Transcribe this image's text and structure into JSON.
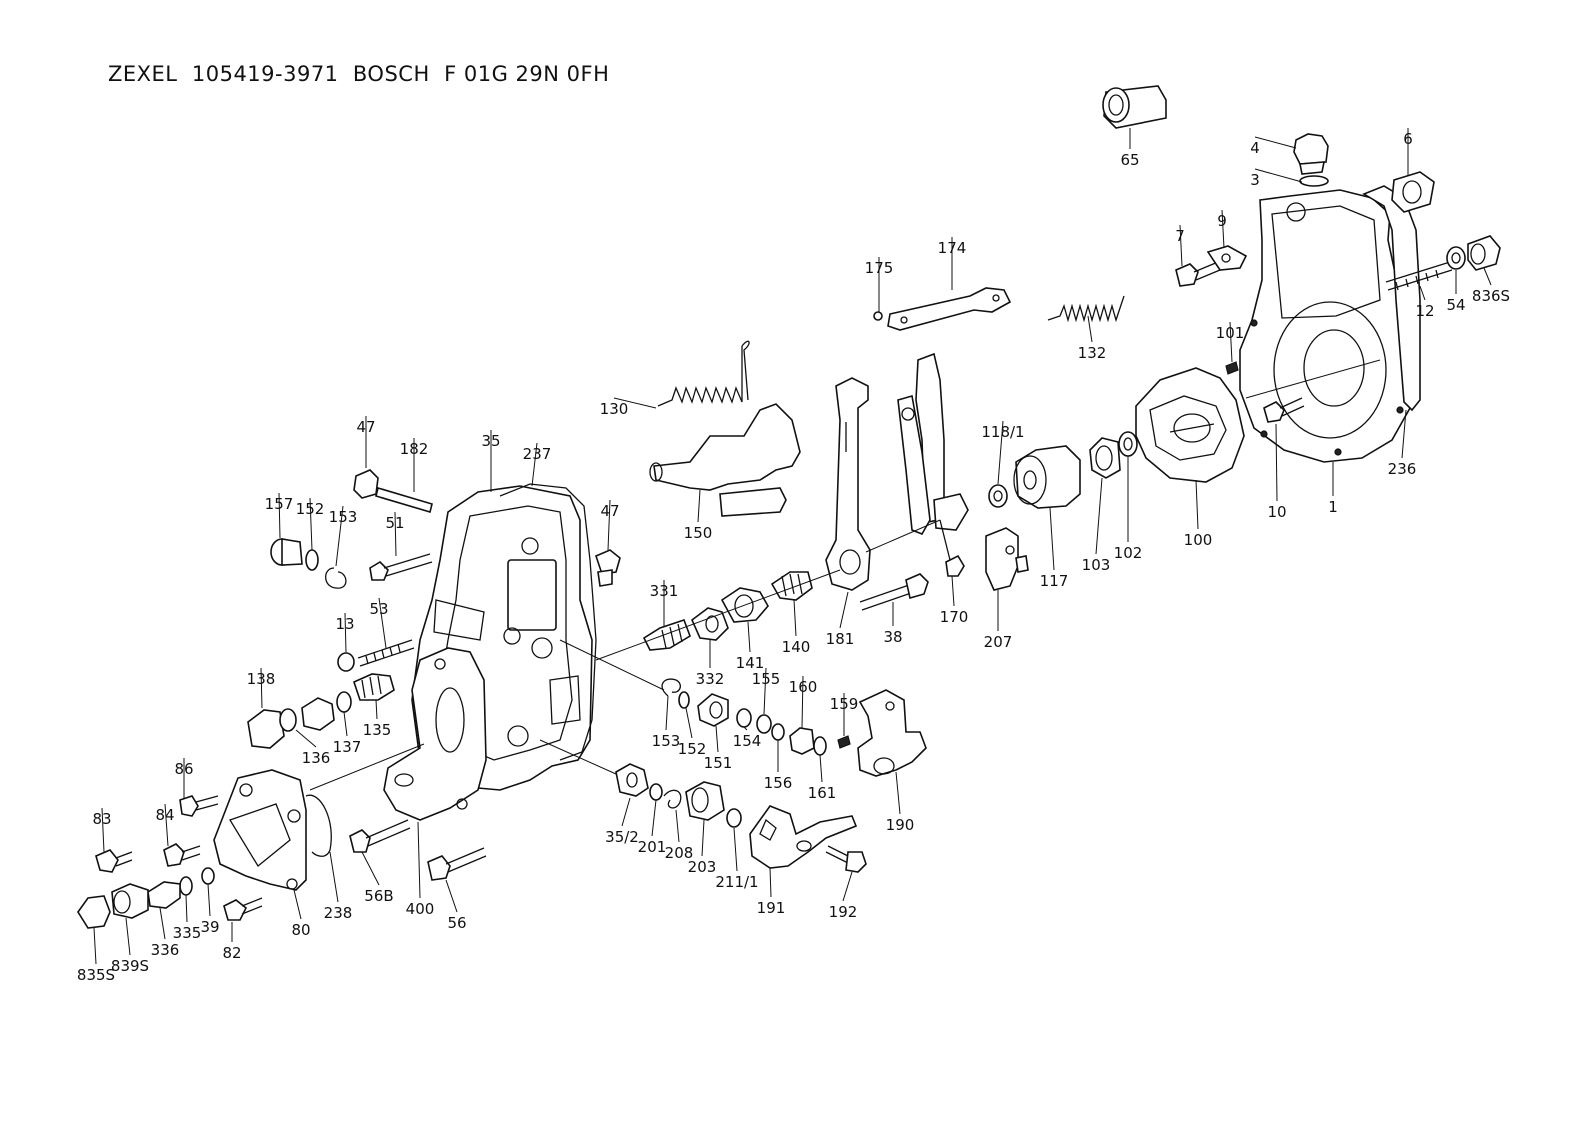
{
  "header": {
    "title": "ZEXEL  105419-3971  BOSCH  F 01G 29N 0FH"
  },
  "callouts": [
    {
      "id": "65",
      "text": "65"
    },
    {
      "id": "4",
      "text": "4"
    },
    {
      "id": "3",
      "text": "3"
    },
    {
      "id": "6",
      "text": "6"
    },
    {
      "id": "7",
      "text": "7"
    },
    {
      "id": "9",
      "text": "9"
    },
    {
      "id": "12",
      "text": "12"
    },
    {
      "id": "54",
      "text": "54"
    },
    {
      "id": "836s",
      "text": "836S"
    },
    {
      "id": "174",
      "text": "174"
    },
    {
      "id": "175",
      "text": "175"
    },
    {
      "id": "132",
      "text": "132"
    },
    {
      "id": "101",
      "text": "101"
    },
    {
      "id": "130",
      "text": "130"
    },
    {
      "id": "118-1",
      "text": "118/1"
    },
    {
      "id": "10",
      "text": "10"
    },
    {
      "id": "1",
      "text": "1"
    },
    {
      "id": "236",
      "text": "236"
    },
    {
      "id": "100",
      "text": "100"
    },
    {
      "id": "102",
      "text": "102"
    },
    {
      "id": "103",
      "text": "103"
    },
    {
      "id": "117",
      "text": "117"
    },
    {
      "id": "150",
      "text": "150"
    },
    {
      "id": "47a",
      "text": "47"
    },
    {
      "id": "182",
      "text": "182"
    },
    {
      "id": "35",
      "text": "35"
    },
    {
      "id": "237",
      "text": "237"
    },
    {
      "id": "47b",
      "text": "47"
    },
    {
      "id": "157",
      "text": "157"
    },
    {
      "id": "152a",
      "text": "152"
    },
    {
      "id": "153a",
      "text": "153"
    },
    {
      "id": "51",
      "text": "51"
    },
    {
      "id": "13",
      "text": "13"
    },
    {
      "id": "53",
      "text": "53"
    },
    {
      "id": "331",
      "text": "331"
    },
    {
      "id": "170",
      "text": "170"
    },
    {
      "id": "207",
      "text": "207"
    },
    {
      "id": "181",
      "text": "181"
    },
    {
      "id": "38",
      "text": "38"
    },
    {
      "id": "140",
      "text": "140"
    },
    {
      "id": "141",
      "text": "141"
    },
    {
      "id": "332",
      "text": "332"
    },
    {
      "id": "138",
      "text": "138"
    },
    {
      "id": "136",
      "text": "136"
    },
    {
      "id": "137",
      "text": "137"
    },
    {
      "id": "135",
      "text": "135"
    },
    {
      "id": "155",
      "text": "155"
    },
    {
      "id": "160",
      "text": "160"
    },
    {
      "id": "159",
      "text": "159"
    },
    {
      "id": "153b",
      "text": "153"
    },
    {
      "id": "152b",
      "text": "152"
    },
    {
      "id": "151",
      "text": "151"
    },
    {
      "id": "154",
      "text": "154"
    },
    {
      "id": "156",
      "text": "156"
    },
    {
      "id": "161",
      "text": "161"
    },
    {
      "id": "190",
      "text": "190"
    },
    {
      "id": "86",
      "text": "86"
    },
    {
      "id": "83",
      "text": "83"
    },
    {
      "id": "84",
      "text": "84"
    },
    {
      "id": "35-2",
      "text": "35/2"
    },
    {
      "id": "201",
      "text": "201"
    },
    {
      "id": "208",
      "text": "208"
    },
    {
      "id": "203",
      "text": "203"
    },
    {
      "id": "211-1",
      "text": "211/1"
    },
    {
      "id": "191",
      "text": "191"
    },
    {
      "id": "192",
      "text": "192"
    },
    {
      "id": "56b",
      "text": "56B"
    },
    {
      "id": "400",
      "text": "400"
    },
    {
      "id": "56",
      "text": "56"
    },
    {
      "id": "238",
      "text": "238"
    },
    {
      "id": "80",
      "text": "80"
    },
    {
      "id": "82",
      "text": "82"
    },
    {
      "id": "39",
      "text": "39"
    },
    {
      "id": "335",
      "text": "335"
    },
    {
      "id": "336",
      "text": "336"
    },
    {
      "id": "839s",
      "text": "839S"
    },
    {
      "id": "835s",
      "text": "835S"
    }
  ]
}
